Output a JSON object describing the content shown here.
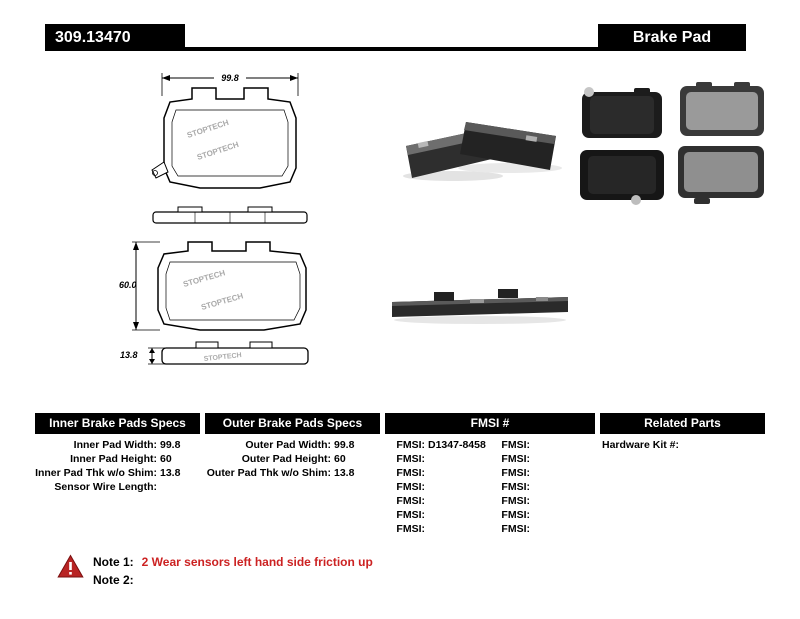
{
  "header": {
    "part_number": "309.13470",
    "title": "Brake Pad"
  },
  "diagram": {
    "width_dim": "99.8",
    "height_dim": "60.0",
    "thickness_dim": "13.8",
    "watermark": "STOPTECH"
  },
  "table": {
    "inner": {
      "header": "Inner Brake Pads Specs",
      "rows": [
        {
          "label": "Inner Pad Width:",
          "value": "99.8"
        },
        {
          "label": "Inner Pad Height:",
          "value": "60"
        },
        {
          "label": "Inner Pad Thk w/o Shim:",
          "value": "13.8"
        },
        {
          "label": "Sensor Wire Length:",
          "value": ""
        }
      ]
    },
    "outer": {
      "header": "Outer Brake Pads Specs",
      "rows": [
        {
          "label": "Outer Pad Width:",
          "value": "99.8"
        },
        {
          "label": "Outer Pad Height:",
          "value": "60"
        },
        {
          "label": "Outer Pad Thk w/o Shim:",
          "value": "13.8"
        }
      ]
    },
    "fmsi": {
      "header": "FMSI #",
      "col1": [
        {
          "label": "FMSI:",
          "value": "D1347-8458"
        },
        {
          "label": "FMSI:",
          "value": ""
        },
        {
          "label": "FMSI:",
          "value": ""
        },
        {
          "label": "FMSI:",
          "value": ""
        },
        {
          "label": "FMSI:",
          "value": ""
        },
        {
          "label": "FMSI:",
          "value": ""
        },
        {
          "label": "FMSI:",
          "value": ""
        }
      ],
      "col2": [
        {
          "label": "FMSI:",
          "value": ""
        },
        {
          "label": "FMSI:",
          "value": ""
        },
        {
          "label": "FMSI:",
          "value": ""
        },
        {
          "label": "FMSI:",
          "value": ""
        },
        {
          "label": "FMSI:",
          "value": ""
        },
        {
          "label": "FMSI:",
          "value": ""
        },
        {
          "label": "FMSI:",
          "value": ""
        }
      ]
    },
    "related": {
      "header": "Related Parts",
      "rows": [
        {
          "label": "Hardware Kit #:",
          "value": ""
        }
      ]
    }
  },
  "notes": {
    "note1_label": "Note 1:",
    "note1_text": "2 Wear sensors left hand side friction up",
    "note2_label": "Note 2:",
    "note2_text": ""
  },
  "colors": {
    "note_red": "#cc2222",
    "bar_black": "#000000"
  }
}
